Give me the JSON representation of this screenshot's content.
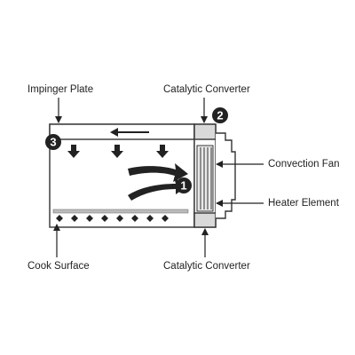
{
  "labels": {
    "impinger_plate": "Impinger Plate",
    "catalytic_converter_top": "Catalytic Converter",
    "convection_fan": "Convection Fan",
    "heater_element": "Heater Element",
    "cook_surface": "Cook Surface",
    "catalytic_converter_bottom": "Catalytic Converter"
  },
  "badges": {
    "one": "1",
    "two": "2",
    "three": "3"
  },
  "colors": {
    "outline": "#333333",
    "fill_gray": "#d9d9d9",
    "badge_fill": "#222222",
    "badge_text": "#ffffff"
  }
}
